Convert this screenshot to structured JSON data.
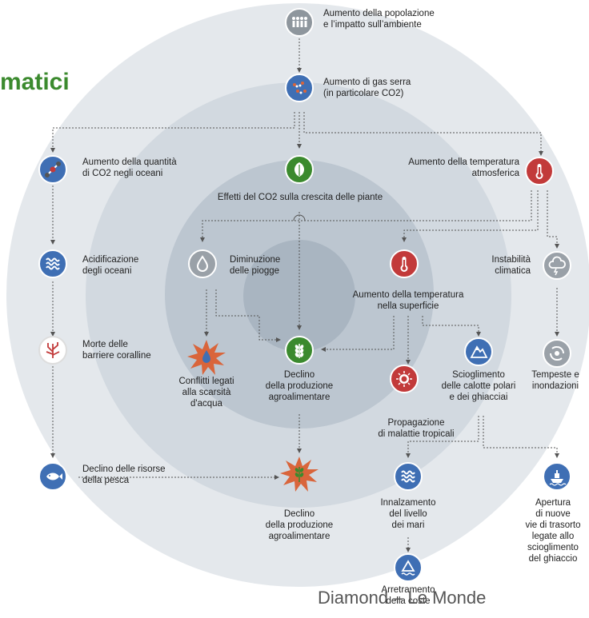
{
  "header": {
    "title_fragment": "matici"
  },
  "credit": "Diamond – Le Monde",
  "colors": {
    "blue": "#3f6fb4",
    "red": "#c23a3a",
    "green": "#3b8a2e",
    "grey": "#9aa1a8",
    "orange": "#d9653b",
    "ring1": "#e4e8ec",
    "ring2": "#d2d9e0",
    "ring3": "#bcc6d0",
    "ring4": "#a9b5c1"
  },
  "nodes": {
    "population": {
      "label": "Aumento della popolazione\ne l’impatto sull’ambiente",
      "icon": "crowd-icon"
    },
    "greenhouse": {
      "label": "Aumento di gas serra\n(in particolare CO2)",
      "icon": "molecules-icon"
    },
    "co2_oceans": {
      "label": "Aumento della quantità\ndi CO2 negli oceani",
      "icon": "co2-molecule-icon"
    },
    "plant_growth": {
      "label": "Effetti del CO2 sulla crescita delle piante",
      "icon": "leaf-icon"
    },
    "atmo_temp": {
      "label": "Aumento della temperatura\natmosferica",
      "icon": "thermometer-icon"
    },
    "acidification": {
      "label": "Acidificazione\ndegli oceani",
      "icon": "waves-icon"
    },
    "less_rain": {
      "label": "Diminuzione\ndelle piogge",
      "icon": "drop-icon"
    },
    "surface_temp": {
      "label": "Aumento della temperatura\nnella superficie",
      "icon": "thermometer-icon"
    },
    "instability": {
      "label": "Instabilità\nclimatica",
      "icon": "storm-cloud-icon"
    },
    "coral": {
      "label": "Morte delle\nbarriere coralline",
      "icon": "coral-icon"
    },
    "water_conflict": {
      "label": "Conflitti legati\nalla scarsità\nd'acqua",
      "icon": "burst-drop-icon"
    },
    "food_decline_1": {
      "label": "Declino\ndella produzione\nagroalimentare",
      "icon": "wheat-icon"
    },
    "ice_melt": {
      "label": "Scioglimento\ndelle calotte polari\ne dei ghiacciai",
      "icon": "mountain-icon"
    },
    "storms": {
      "label": "Tempeste e\ninondazioni",
      "icon": "hurricane-icon"
    },
    "tropical_disease": {
      "label": "Propagazione\ndi malattie tropicali",
      "icon": "virus-icon"
    },
    "fish_decline": {
      "label": "Declino delle risorse\ndella pesca",
      "icon": "fish-icon"
    },
    "food_decline_2": {
      "label": "Declino\ndella produzione\nagroalimentare",
      "icon": "burst-wheat-icon"
    },
    "sea_rise": {
      "label": "Innalzamento\ndel livello\ndei mari",
      "icon": "waves-icon"
    },
    "new_routes": {
      "label": "Apertura\ndi nuove\nvie di trasorto\nlegate allo\nscioglimento\ndel ghiaccio",
      "icon": "ship-icon"
    },
    "coast_retreat": {
      "label": "Arretramento\ndella coste",
      "icon": "coast-icon"
    }
  }
}
